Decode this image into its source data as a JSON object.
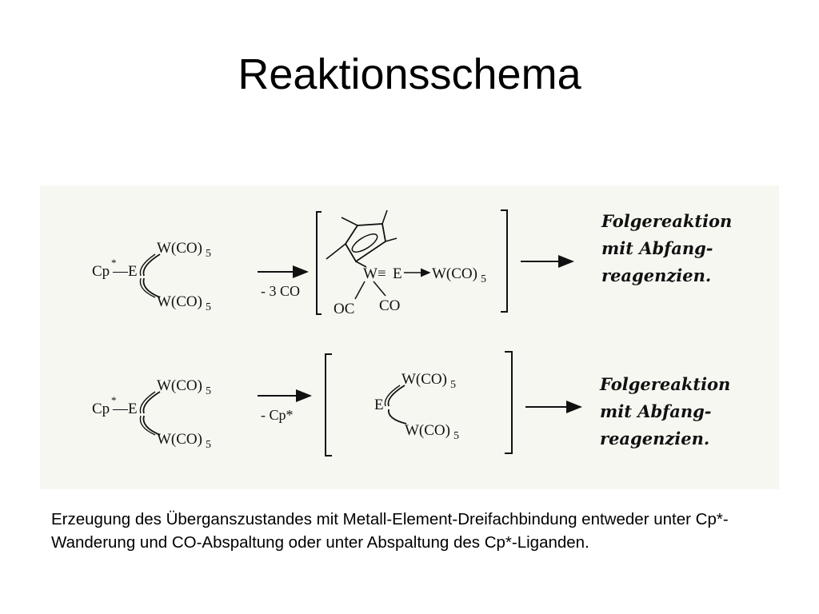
{
  "slide": {
    "title": "Reaktionsschema",
    "caption": "Erzeugung des Überganszustandes mit Metall-Element-Dreifachbindung entweder unter Cp*-Wanderung und CO-Abspaltung oder unter Abspaltung des Cp*-Liganden."
  },
  "scheme": {
    "top": {
      "reactant": {
        "cp": "Cp",
        "star": "*",
        "bond": "—E",
        "wco_top": "W(CO)",
        "wco_bottom": "W(CO)",
        "sub": "5"
      },
      "condition": "- 3 CO",
      "intermediate": {
        "w": "W",
        "triple": "≡",
        "e": "E",
        "arrow": "→",
        "wco": "W(CO)",
        "sub": "5",
        "oc": "OC",
        "co": "CO"
      },
      "followup": [
        "Folgereaktion",
        "mit Abfang-",
        "reagenzien."
      ]
    },
    "bottom": {
      "reactant": {
        "cp": "Cp",
        "star": "*",
        "bond": "—E",
        "wco_top": "W(CO)",
        "wco_bottom": "W(CO)",
        "sub": "5"
      },
      "condition": "- Cp*",
      "intermediate": {
        "e": "E",
        "wco_top": "W(CO)",
        "wco_bottom": "W(CO)",
        "sub": "5"
      },
      "followup": [
        "Folgereaktion",
        "mit Abfang-",
        "reagenzien."
      ]
    }
  }
}
